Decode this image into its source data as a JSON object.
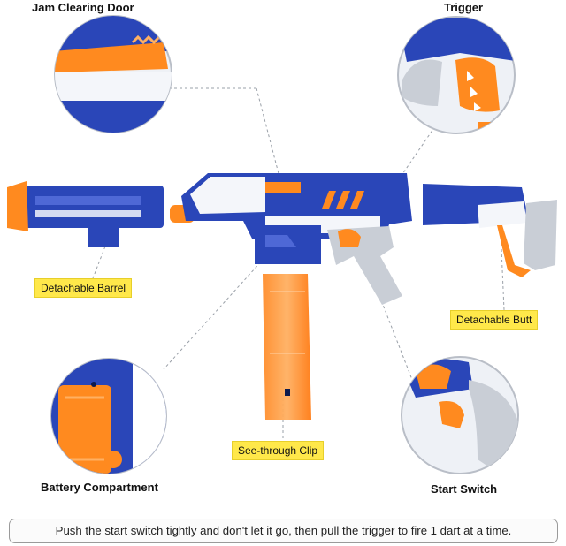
{
  "callouts": {
    "jam_door": "Jam Clearing Door",
    "trigger": "Trigger",
    "barrel": "Detachable Barrel",
    "butt": "Detachable Butt",
    "battery": "Battery Compartment",
    "clip": "See-through Clip",
    "start_switch": "Start Switch"
  },
  "instruction": "Push the start switch tightly and don't let it go, then pull the trigger to fire 1 dart at a time.",
  "colors": {
    "blue": "#2a46b8",
    "orange": "#ff8a1f",
    "white": "#f4f6fa",
    "grey": "#b9bec7",
    "tag_yellow": "#ffe84a"
  }
}
